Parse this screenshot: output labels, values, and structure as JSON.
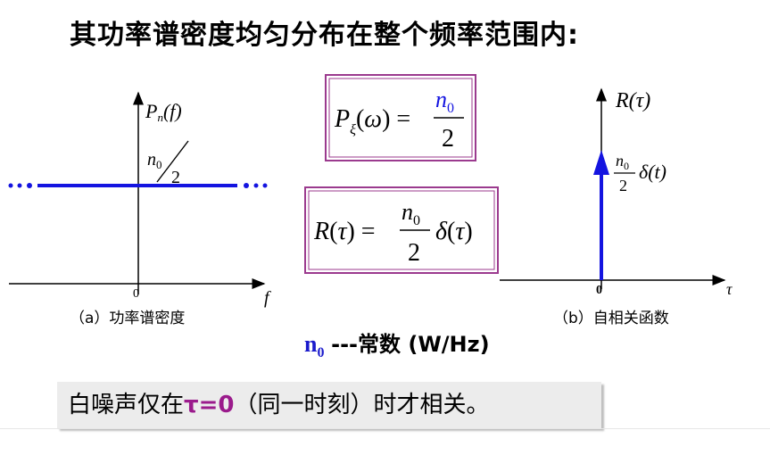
{
  "heading": "其功率谱密度均匀分布在整个频率范围内:",
  "left_plot": {
    "ylabel": "P_n(f)",
    "annotation_num": "n0",
    "annotation_den": "2",
    "origin": "0",
    "xlabel": "f",
    "caption": "（a）功率谱密度"
  },
  "right_plot": {
    "ylabel": "R(τ)",
    "impulse_num": "n0",
    "impulse_den": "2",
    "impulse_label": "δ(t)",
    "origin": "0",
    "xlabel": "τ",
    "caption": "（b）自相关函数"
  },
  "formula1": {
    "lhs": "Pξ(ω) =",
    "num": "n0",
    "den": "2"
  },
  "formula2": {
    "lhs": "R(τ) =",
    "num": "n0",
    "den": "2",
    "tail": "δ(τ)"
  },
  "note": {
    "symbol": "n",
    "subscript": "0",
    "text": "---常数 (W/Hz)"
  },
  "bottom": {
    "pre": "白噪声仅在",
    "highlight": "τ=0",
    "post": "（同一时刻）时才相关。"
  },
  "colors": {
    "line": "#1414e0",
    "box": "#9b3a8e",
    "highlight": "#9b1b8c"
  }
}
